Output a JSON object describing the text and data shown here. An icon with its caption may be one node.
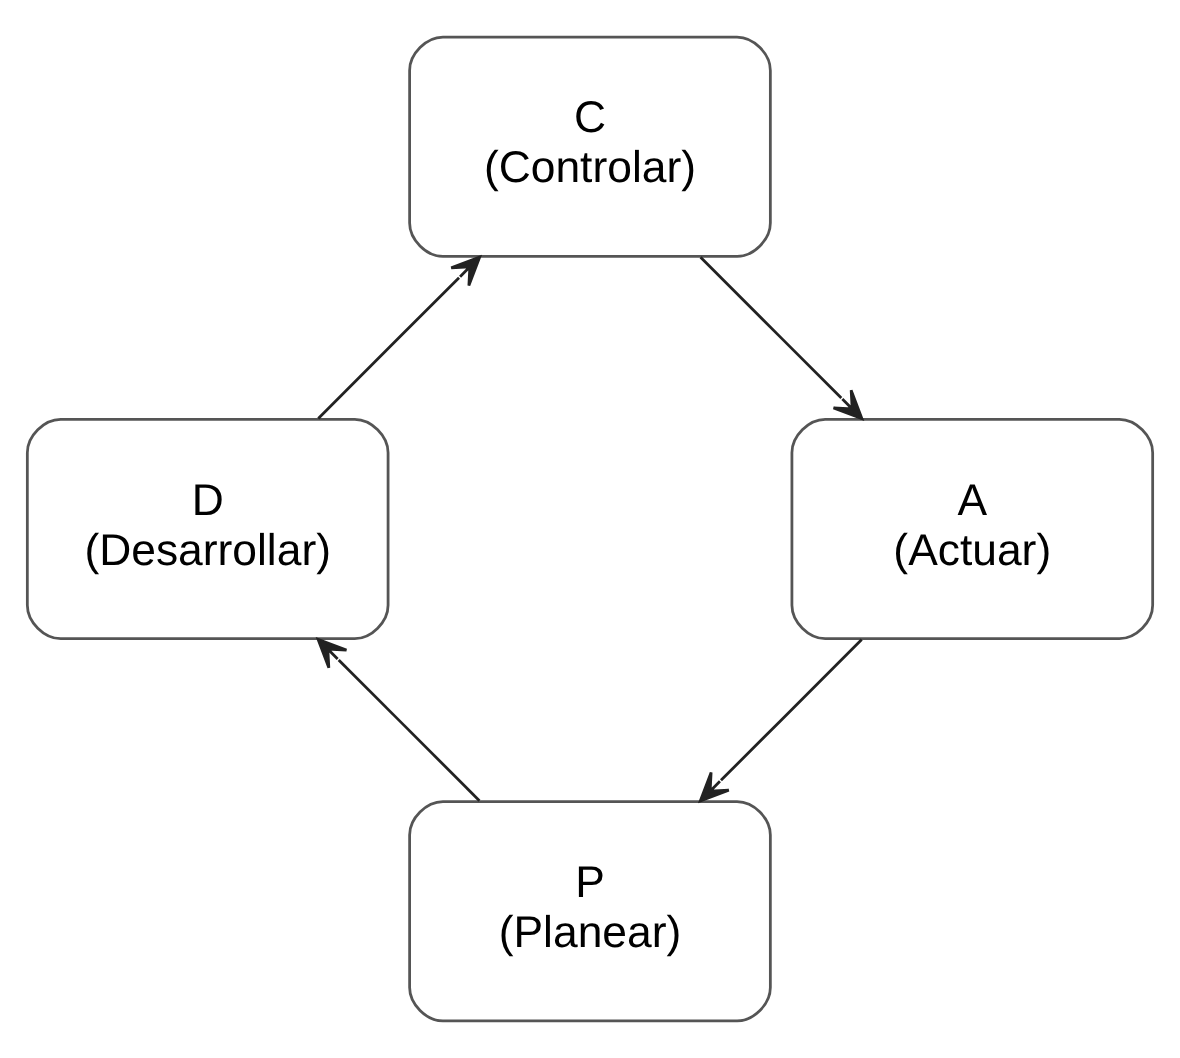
{
  "diagram": {
    "nodes": [
      {
        "text": [
          "P",
          "(Planear)"
        ]
      },
      {
        "text": [
          "D",
          "(Desarrollar)"
        ]
      },
      {
        "text": [
          "C",
          "(Controlar)"
        ]
      },
      {
        "text": [
          "A",
          "(Actuar)"
        ]
      }
    ],
    "edges": [
      {
        "from": 0,
        "to": 1,
        "arrow": "to"
      },
      {
        "from": 1,
        "to": 2,
        "arrow": "to"
      },
      {
        "from": 2,
        "to": 3,
        "arrow": "to"
      },
      {
        "from": 3,
        "to": 0,
        "arrow": "to"
      }
    ]
  }
}
